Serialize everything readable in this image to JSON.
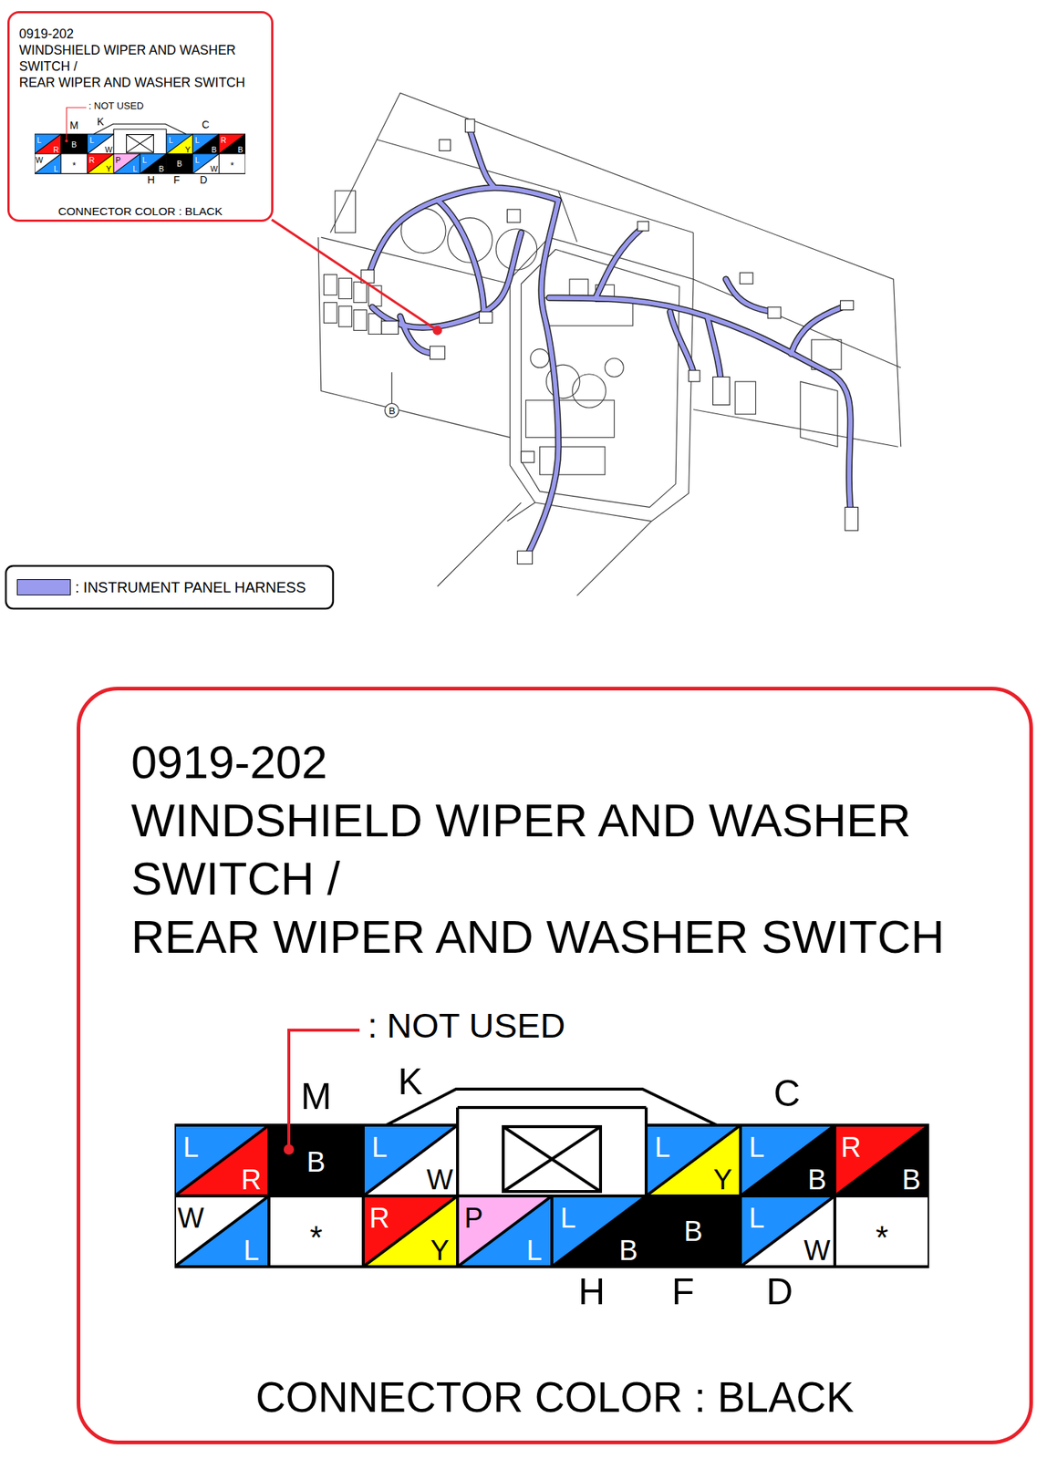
{
  "diagram": {
    "nodes": [
      {
        "text": [
          "0919-202",
          "WINDSHIELD WIPER AND WASHER SWITCH /",
          "REAR WIPER AND WASHER SWITCH",
          "CONNECTOR COLOR : BLACK"
        ]
      },
      {
        "text": [
          "0919-202",
          "WINDSHIELD WIPER AND WASHER SWITCH /",
          "REAR WIPER AND WASHER SWITCH",
          "CONNECTOR COLOR : BLACK"
        ]
      }
    ],
    "labels": [
      ": NOT USED",
      "M",
      "K",
      "C",
      "L",
      "R",
      "B",
      "L",
      "W",
      "L",
      "Y",
      "L",
      "B",
      "R",
      "B",
      "W",
      "L",
      "*",
      "R",
      "Y",
      "P",
      "L",
      "L",
      "B",
      "B",
      "L",
      "W",
      "*",
      "H",
      "F",
      "D",
      "B",
      ": NOT USED",
      "M",
      "K",
      "C",
      "L",
      "R",
      "B",
      "L",
      "W",
      "L",
      "Y",
      "L",
      "B",
      "R",
      "B",
      "W",
      "L",
      "*",
      "R",
      "Y",
      "P",
      "L",
      "L",
      "B",
      "B",
      "L",
      "W",
      "*",
      "H",
      "F",
      "D"
    ],
    "legend": [
      {
        "text": ": INSTRUMENT PANEL HARNESS",
        "color": "#9a9aee"
      }
    ]
  }
}
